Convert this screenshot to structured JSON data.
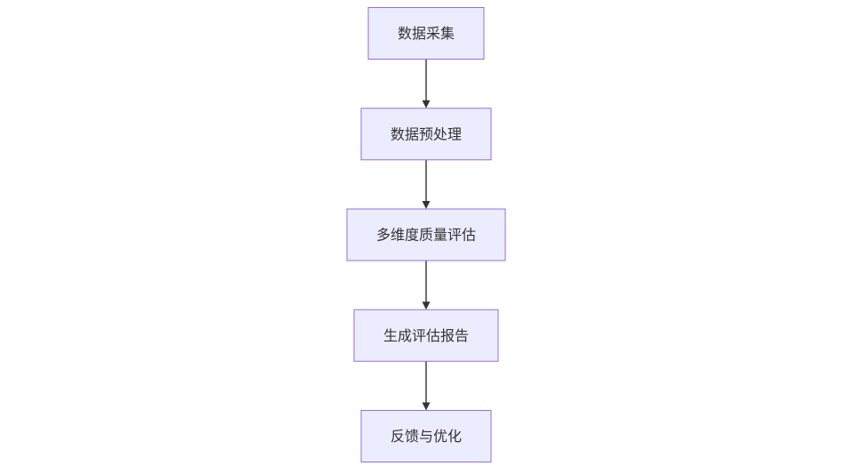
{
  "diagram": {
    "nodes": [
      {
        "id": "collect",
        "label": "数据采集"
      },
      {
        "id": "preprocess",
        "label": "数据预处理"
      },
      {
        "id": "assess",
        "label": "多维度质量评估"
      },
      {
        "id": "report",
        "label": "生成评估报告"
      },
      {
        "id": "feedback",
        "label": "反馈与优化"
      }
    ],
    "edges": [
      {
        "from": "collect",
        "to": "preprocess"
      },
      {
        "from": "preprocess",
        "to": "assess"
      },
      {
        "from": "assess",
        "to": "report"
      },
      {
        "from": "report",
        "to": "feedback"
      }
    ],
    "colors": {
      "node_fill": "#ececff",
      "node_border": "#9370db",
      "text": "#333333",
      "edge": "#333333"
    }
  }
}
